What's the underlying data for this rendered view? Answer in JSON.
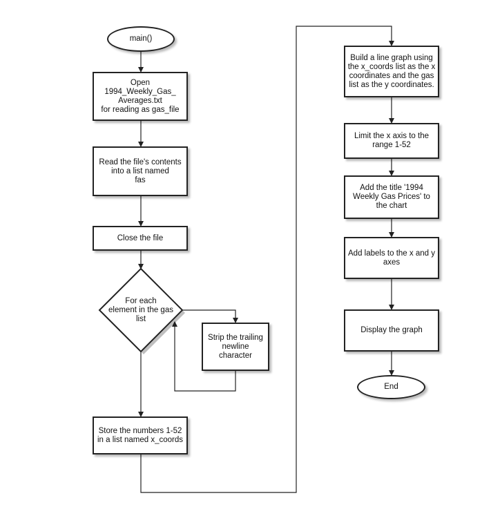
{
  "flowchart": {
    "start": "main()",
    "open_file": "Open\n1994_Weekly_Gas_\nAverages.txt\nfor reading as gas_file",
    "read_file": "Read the file's contents\ninto a list named\nfas",
    "close_file": "Close the file",
    "loop_decision": "For each\nelement in the gas\nlist",
    "strip": "Strip the trailing\nnewline\ncharacter",
    "store_numbers": "Store the numbers 1-52\nin a list named x_coords",
    "build_graph": "Build a line graph using\nthe x_coords list as the x\ncoordinates and the gas\nlist as the y coordinates.",
    "limit_axis": "Limit the x axis to the\nrange 1-52",
    "add_title": "Add the title '1994\nWeekly Gas Prices' to\nthe chart",
    "add_labels": "Add labels to the x and y\naxes",
    "display": "Display the graph",
    "end": "End"
  }
}
